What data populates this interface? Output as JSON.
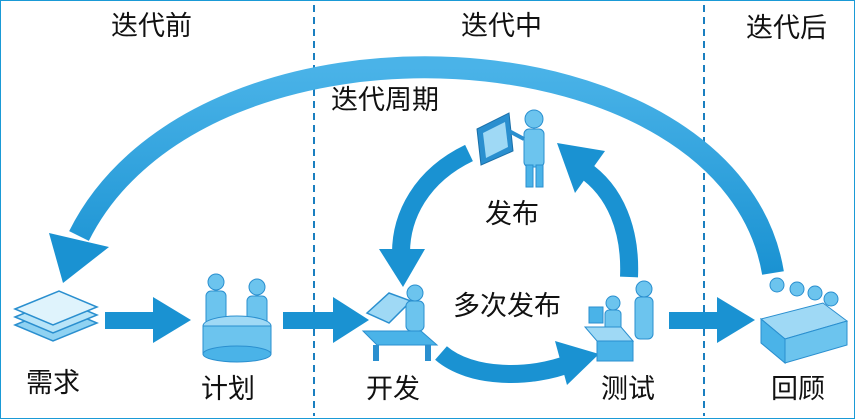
{
  "phases": {
    "before": "迭代前",
    "during": "迭代中",
    "after": "迭代后"
  },
  "cycle_label": "迭代周期",
  "multi_release_label": "多次发布",
  "nodes": {
    "requirements": "需求",
    "plan": "计划",
    "develop": "开发",
    "test": "测试",
    "review": "回顾",
    "release": "发布"
  },
  "colors": {
    "arrow": "#1a9ad6",
    "arrow_light": "#6ec4ee",
    "divider": "#1a7fc0",
    "icon": "#6cc4ee",
    "icon_dark": "#2a8fcf"
  }
}
